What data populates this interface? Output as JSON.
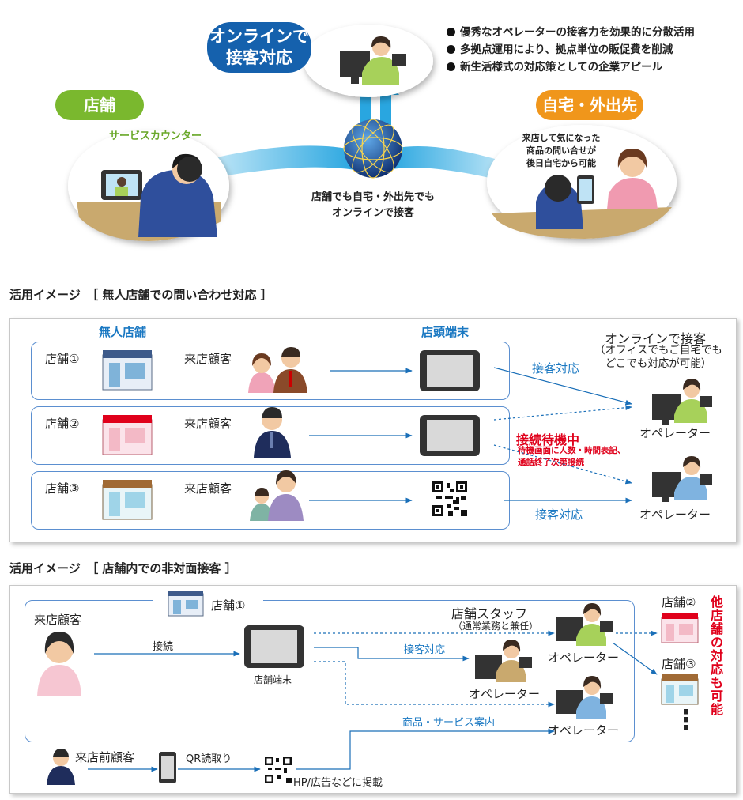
{
  "top": {
    "online_pill": [
      "オンラインで",
      "接客対応"
    ],
    "store_pill": "店舗",
    "home_pill": "自宅・外出先",
    "service_counter": "サービスカウンター",
    "bullets": [
      "優秀なオペレーターの接客力を効果的に分散活用",
      "多拠点運用により、拠点単位の販促費を削減",
      "新生活様式の対応策としての企業アピール"
    ],
    "center_caption": [
      "店舗でも自宅・外出先でも",
      "オンラインで接客"
    ],
    "home_caption": [
      "来店して気になった",
      "商品の問い合せが",
      "後日自宅から可能"
    ]
  },
  "section1": {
    "heading": "活用イメージ　［ 無人店舗での問い合わせ対応 ］",
    "col_unmanned": "無人店舗",
    "col_terminal": "店頭端末",
    "rows": [
      {
        "store": "店舗①",
        "customer": "来店顧客"
      },
      {
        "store": "店舗②",
        "customer": "来店顧客"
      },
      {
        "store": "店舗③",
        "customer": "来店顧客"
      }
    ],
    "online_title": "オンラインで接客",
    "online_sub": [
      "（オフィスでもご自宅でも",
      "どこでも対応が可能）"
    ],
    "serve1": "接客対応",
    "waiting_title": "接続待機中",
    "waiting_sub": [
      "待機画面に人数・時間表記、",
      "通話終了次第接続"
    ],
    "serve3": "接客対応",
    "operator1": "オペレーター",
    "operator2": "オペレーター"
  },
  "section2": {
    "heading": "活用イメージ　［ 店舗内での非対面接客 ］",
    "store1": "店舗①",
    "customer": "来店顧客",
    "connect": "接続",
    "terminal": "店舗端末",
    "staff_title": "店舗スタッフ",
    "staff_sub": "（通常業務と兼任）",
    "serve": "接客対応",
    "product_guide": "商品・サービス案内",
    "operator_a": "オペレーター",
    "operator_b": "オペレーター",
    "operator_c": "オペレーター",
    "store2": "店舗②",
    "store3": "店舗③",
    "ellipsis": "⋮",
    "vertical_note": "他店舗の対応も可能",
    "pre_customer": "来店前顧客",
    "qr_read": "QR読取り",
    "hp_ad": "HP/広告などに掲載"
  }
}
